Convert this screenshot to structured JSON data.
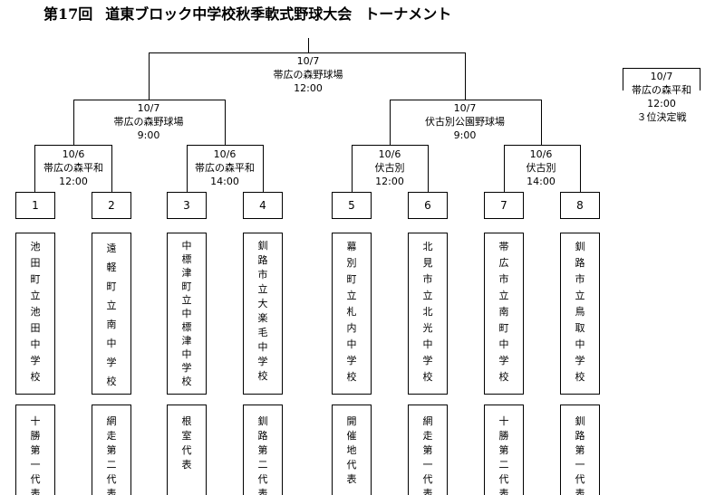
{
  "title": {
    "prefix": "第17回",
    "main": "道東ブロック中学校秋季軟式野球大会",
    "suffix": "トーナメント"
  },
  "final": {
    "date": "10/7",
    "venue": "帯広の森野球場",
    "time": "12:00"
  },
  "semifinals": [
    {
      "date": "10/7",
      "venue": "帯広の森野球場",
      "time": "9:00"
    },
    {
      "date": "10/7",
      "venue": "伏古別公園野球場",
      "time": "9:00"
    }
  ],
  "first_round": [
    {
      "date": "10/6",
      "venue": "帯広の森平和",
      "time": "12:00"
    },
    {
      "date": "10/6",
      "venue": "帯広の森平和",
      "time": "14:00"
    },
    {
      "date": "10/6",
      "venue": "伏古別",
      "time": "12:00"
    },
    {
      "date": "10/6",
      "venue": "伏古別",
      "time": "14:00"
    }
  ],
  "third_place": {
    "date": "10/7",
    "venue": "帯広の森平和",
    "time": "12:00",
    "label": "３位決定戦"
  },
  "teams": [
    {
      "seed": "1",
      "school": "池田町立池田中学校",
      "rep": "十勝第一代表"
    },
    {
      "seed": "2",
      "school": "遠軽町立南中学校",
      "rep": "網走第二代表"
    },
    {
      "seed": "3",
      "school": "中標津町立中標津中学校",
      "rep": "根室代表"
    },
    {
      "seed": "4",
      "school": "釧路市立大楽毛中学校",
      "rep": "釧路第二代表"
    },
    {
      "seed": "5",
      "school": "幕別町立札内中学校",
      "rep": "開催地代表"
    },
    {
      "seed": "6",
      "school": "北見市立北光中学校",
      "rep": "網走第一代表"
    },
    {
      "seed": "7",
      "school": "帯広市立南町中学校",
      "rep": "十勝第二代表"
    },
    {
      "seed": "8",
      "school": "釧路市立鳥取中学校",
      "rep": "釧路第一代表"
    }
  ]
}
